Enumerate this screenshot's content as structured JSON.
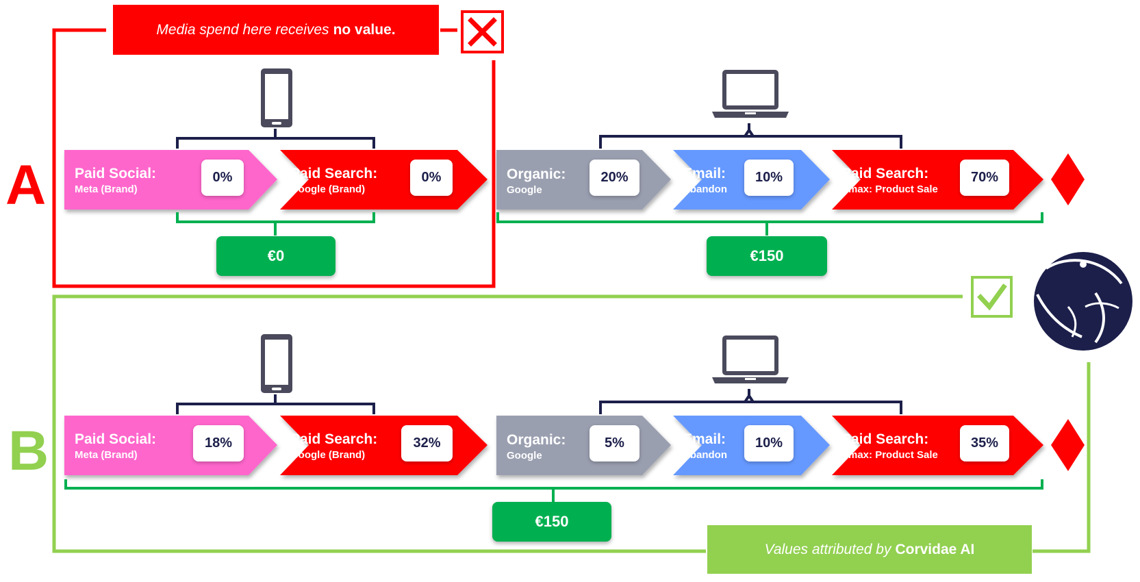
{
  "colors": {
    "red": "#ff0000",
    "green_frame": "#92d050",
    "green_value": "#00b050",
    "pink": "#ff66cc",
    "gray": "#9a9fb0",
    "blue": "#6699ff",
    "navy": "#1c1f4a",
    "device": "#4a4a5c"
  },
  "scenario_a": {
    "letter": "A",
    "banner": {
      "prefix": "Media spend here receives",
      "emphasis": "no value."
    },
    "status_icon": "x-mark-icon",
    "mobile_value": "€0",
    "desktop_value": "€150",
    "steps": [
      {
        "title": "Paid Social:",
        "subtitle": "Meta (Brand)",
        "percent": "0%",
        "color": "pink",
        "device": "phone"
      },
      {
        "title": "Paid Search:",
        "subtitle": "Google (Brand)",
        "percent": "0%",
        "color": "red",
        "device": "phone"
      },
      {
        "title": "Organic:",
        "subtitle": "Google",
        "percent": "20%",
        "color": "gray",
        "device": "laptop"
      },
      {
        "title": "Email:",
        "subtitle": "Abandon",
        "percent": "10%",
        "color": "blue",
        "device": "laptop"
      },
      {
        "title": "Paid Search:",
        "subtitle": "Pmax: Product Sale",
        "percent": "70%",
        "color": "red",
        "device": "laptop"
      }
    ]
  },
  "scenario_b": {
    "letter": "B",
    "banner": {
      "prefix": "Values attributed by",
      "emphasis": "Corvidae AI"
    },
    "status_icon": "checkmark-icon",
    "total_value": "€150",
    "steps": [
      {
        "title": "Paid Social:",
        "subtitle": "Meta (Brand)",
        "percent": "18%",
        "color": "pink",
        "device": "phone"
      },
      {
        "title": "Paid Search:",
        "subtitle": "Google (Brand)",
        "percent": "32%",
        "color": "red",
        "device": "phone"
      },
      {
        "title": "Organic:",
        "subtitle": "Google",
        "percent": "5%",
        "color": "gray",
        "device": "laptop"
      },
      {
        "title": "Email:",
        "subtitle": "Abandon",
        "percent": "10%",
        "color": "blue",
        "device": "laptop"
      },
      {
        "title": "Paid Search:",
        "subtitle": "Pmax: Product Sale",
        "percent": "35%",
        "color": "red",
        "device": "laptop"
      }
    ]
  },
  "icons": {
    "mobile": "mobile-phone-icon",
    "desktop": "laptop-icon",
    "conversion": "conversion-diamond-icon",
    "logo": "corvidae-logo-icon"
  }
}
